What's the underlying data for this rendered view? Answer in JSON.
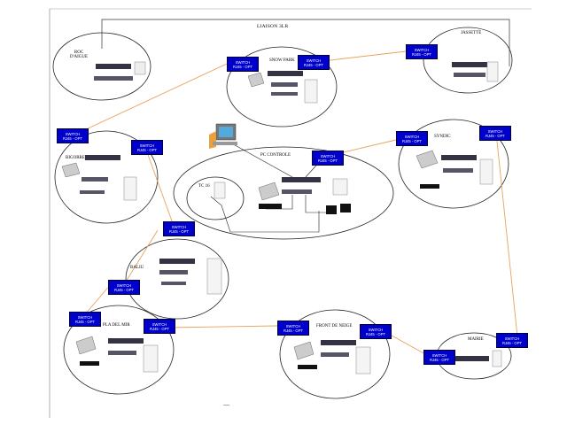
{
  "diagram": {
    "title": "LIAISON 3LR",
    "switch_label": "SWITCH\nRJ45 - OPT",
    "sites": [
      {
        "id": "roc",
        "name": "ROC\nD'AIGUE"
      },
      {
        "id": "snow",
        "name": "SNOW PARK"
      },
      {
        "id": "jasette",
        "name": "JASSETTE"
      },
      {
        "id": "bigorre",
        "name": "BIGORRE"
      },
      {
        "id": "pc",
        "name": "PC CONTROLE"
      },
      {
        "id": "tc",
        "name": "TC 16"
      },
      {
        "id": "syndic",
        "name": "SYNDIC"
      },
      {
        "id": "baliu",
        "name": "BALIU"
      },
      {
        "id": "pla",
        "name": "PLA DEL MIR"
      },
      {
        "id": "front",
        "name": "FRONT DE NEIGE"
      },
      {
        "id": "mairie",
        "name": "MAIRIE"
      }
    ],
    "footer_mark": "—"
  }
}
